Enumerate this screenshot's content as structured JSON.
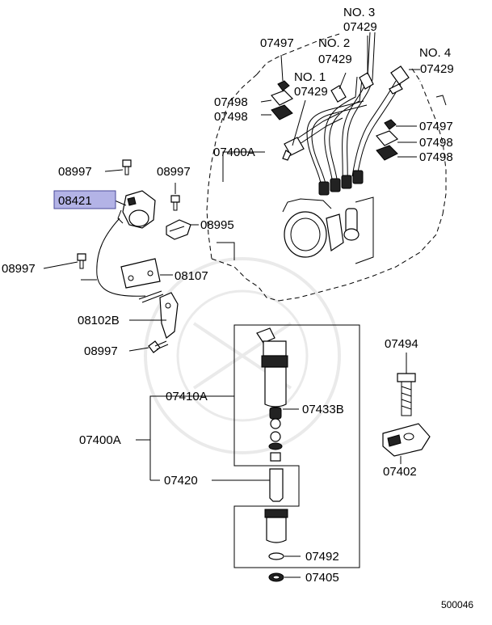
{
  "parts": {
    "no3": "NO. 3",
    "no2": "NO. 2",
    "no1": "NO. 1",
    "no4": "NO. 4",
    "p07429_no3": "07429",
    "p07429_no2": "07429",
    "p07429_no1": "07429",
    "p07429_no4": "07429",
    "p07497_top": "07497",
    "p07498_a": "07498",
    "p07498_b": "07498",
    "p07497_right": "07497",
    "p07498_c": "07498",
    "p07498_d": "07498",
    "p07400A_top": "07400A",
    "p08997_a": "08997",
    "p08997_b": "08997",
    "p08421": "08421",
    "p08995": "08995",
    "p08997_c": "08997",
    "p08107": "08107",
    "p08102B": "08102B",
    "p08997_d": "08997",
    "p07410A": "07410A",
    "p07433B": "07433B",
    "p07400A_bottom": "07400A",
    "p07420": "07420",
    "p07492": "07492",
    "p07405": "07405",
    "p07494": "07494",
    "p07402": "07402"
  },
  "diagram_id": "500046",
  "highlight_color": "#b3b3e6"
}
